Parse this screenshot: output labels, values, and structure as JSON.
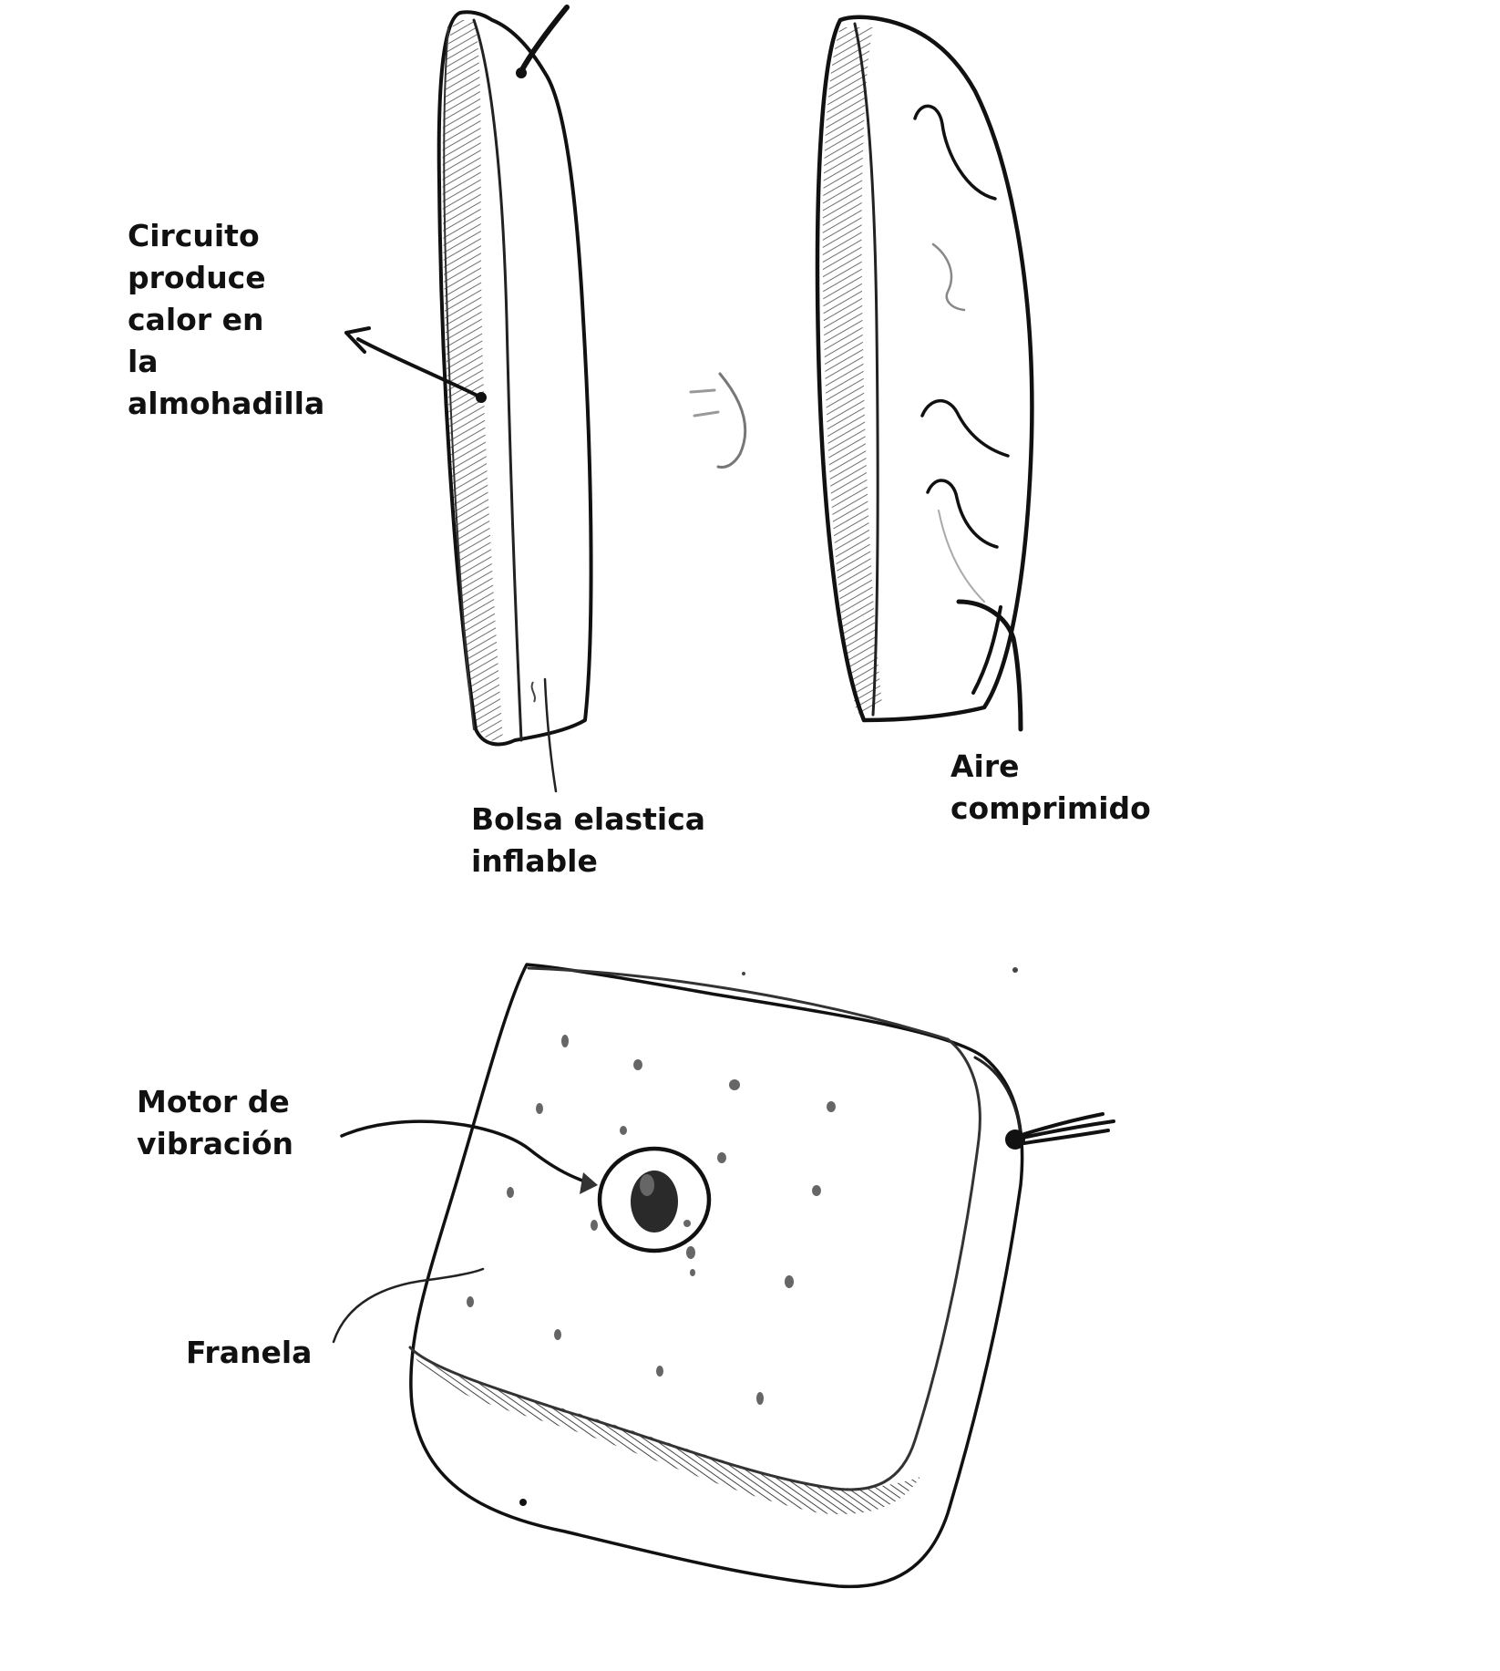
{
  "labels": {
    "heating_circuit": [
      "Circuito",
      "produce",
      "calor en",
      "la",
      "almohadilla"
    ],
    "inflatable_bag": [
      "Bolsa elastica",
      "inflable"
    ],
    "compressed_air": [
      "Aire",
      "comprimido"
    ],
    "vibration_motor": [
      "Motor de",
      "vibración"
    ],
    "flannel": [
      "Franela"
    ]
  },
  "colors": {
    "ink": "#111111",
    "pencil_shading": "#555555",
    "background": "#ffffff"
  },
  "icons": {
    "transform_arrow": "double-chevron-right-icon"
  }
}
